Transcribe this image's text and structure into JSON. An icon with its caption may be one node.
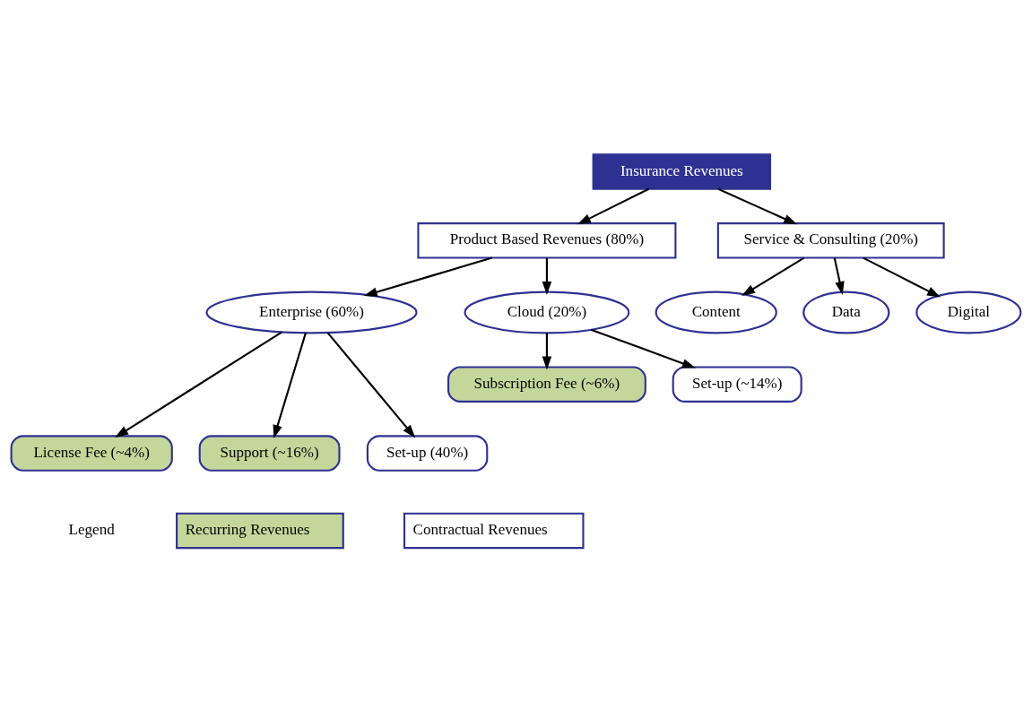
{
  "diagram": {
    "nodes": [
      {
        "text": [
          "Insurance Revenues"
        ]
      },
      {
        "text": [
          "Product Based Revenues (80%)"
        ]
      },
      {
        "text": [
          "Service & Consulting (20%)"
        ]
      },
      {
        "text": [
          "Enterprise (60%)"
        ]
      },
      {
        "text": [
          "Cloud (20%)"
        ]
      },
      {
        "text": [
          "Subscription Fee (~6%)"
        ]
      },
      {
        "text": [
          "Set-up (~14%)"
        ]
      },
      {
        "text": [
          "License Fee (~4%)"
        ]
      },
      {
        "text": [
          "Support (~16%)"
        ]
      },
      {
        "text": [
          "Set-up (40%)"
        ]
      },
      {
        "text": [
          "Content"
        ]
      },
      {
        "text": [
          "Data"
        ]
      },
      {
        "text": [
          "Digital"
        ]
      }
    ],
    "edges": [
      {
        "from": 0,
        "to": 1,
        "arrow": "to"
      },
      {
        "from": 0,
        "to": 2,
        "arrow": "to"
      },
      {
        "from": 1,
        "to": 3,
        "arrow": "to"
      },
      {
        "from": 1,
        "to": 4,
        "arrow": "to"
      },
      {
        "from": 4,
        "to": 5,
        "arrow": "to"
      },
      {
        "from": 4,
        "to": 6,
        "arrow": "to"
      },
      {
        "from": 3,
        "to": 7,
        "arrow": "to"
      },
      {
        "from": 3,
        "to": 8,
        "arrow": "to"
      },
      {
        "from": 3,
        "to": 9,
        "arrow": "to"
      },
      {
        "from": 2,
        "to": 10,
        "arrow": "to"
      },
      {
        "from": 2,
        "to": 11,
        "arrow": "to"
      },
      {
        "from": 2,
        "to": 12,
        "arrow": "to"
      }
    ],
    "labels": [
      "Legend"
    ],
    "legend": [
      {
        "text": "Recurring Revenues",
        "color": "#c4d79b"
      },
      {
        "text": "Contractual Revenues",
        "color": "#ffffff"
      }
    ]
  }
}
